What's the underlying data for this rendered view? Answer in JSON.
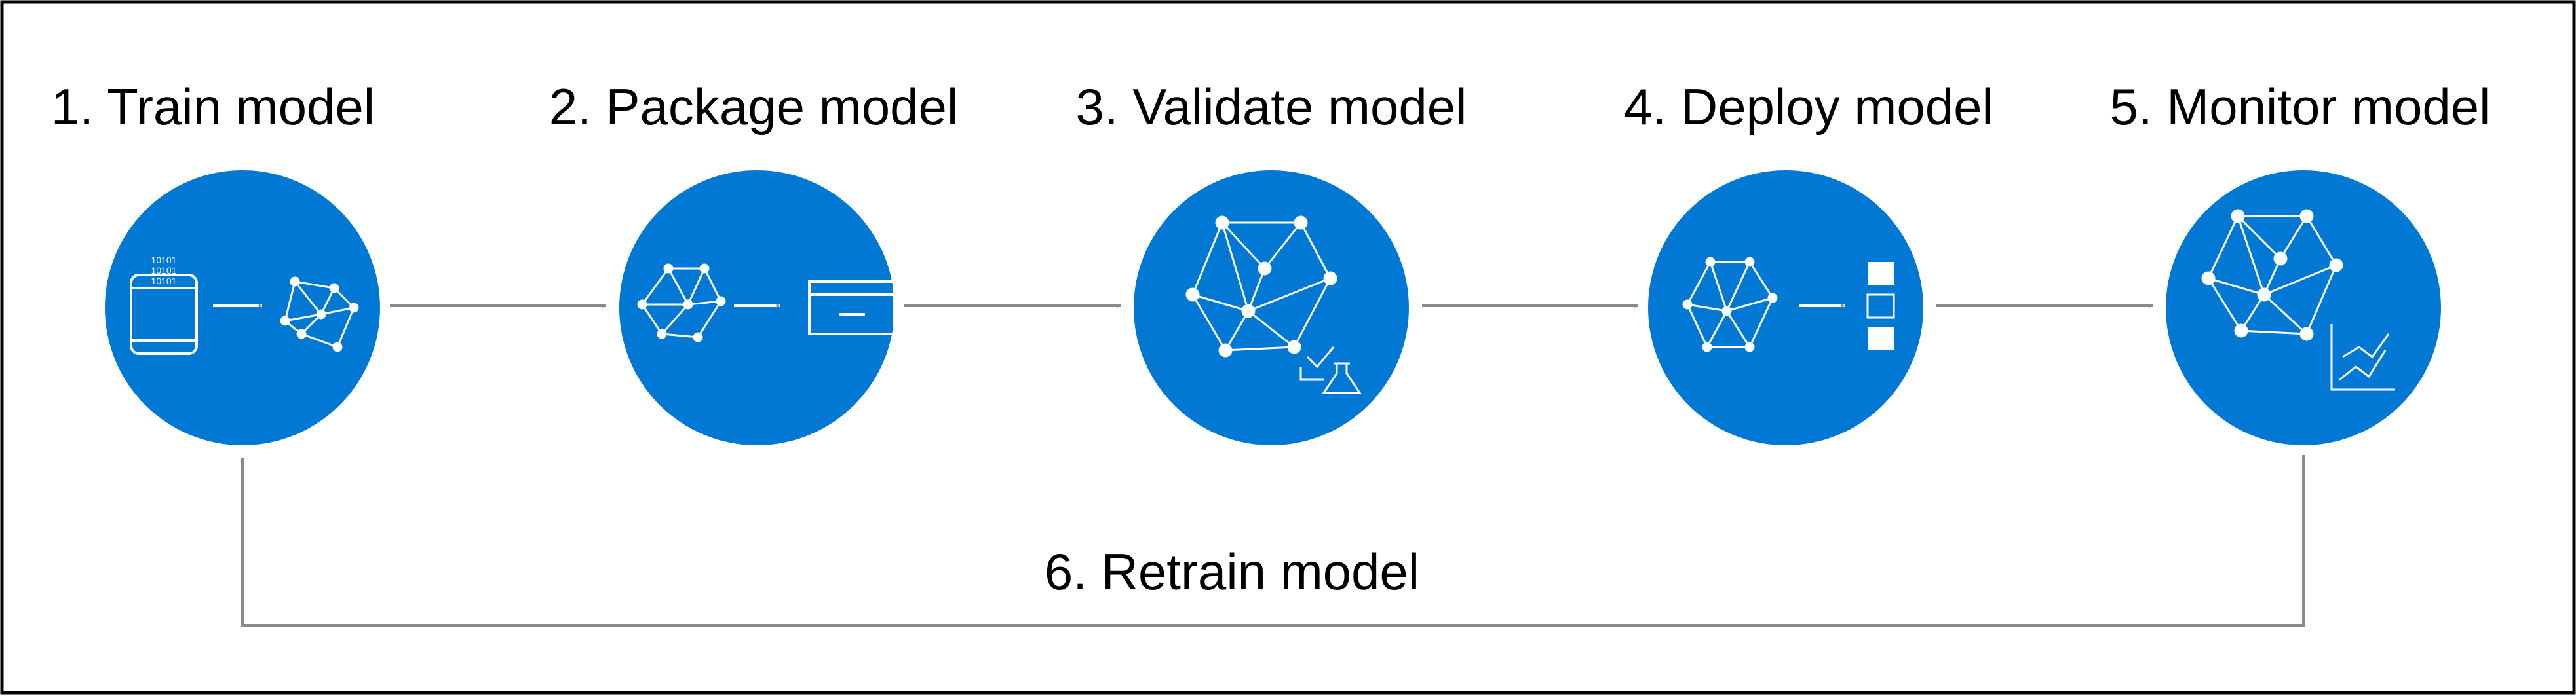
{
  "steps": [
    {
      "label": "1. Train model"
    },
    {
      "label": "2. Package model"
    },
    {
      "label": "3. Validate model"
    },
    {
      "label": "4. Deploy model"
    },
    {
      "label": "5. Monitor model"
    }
  ],
  "retrain": {
    "label": "6. Retrain model"
  },
  "icon_text": {
    "binary_row_1": "10101",
    "binary_row_2": "10101",
    "binary_row_3": "10101"
  },
  "colors": {
    "circle": "#0078d4",
    "arrow": "#8a8a8a",
    "frame": "#000000",
    "text": "#000000",
    "icon": "#ffffff"
  }
}
